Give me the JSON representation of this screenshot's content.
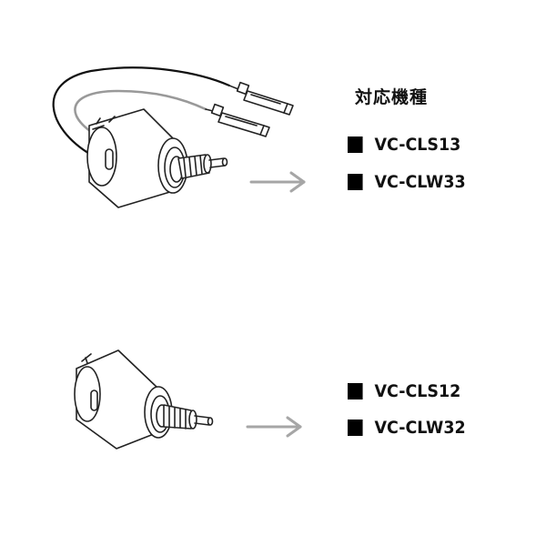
{
  "group1": {
    "heading": "対応機種",
    "models": [
      "VC-CLS13",
      "VC-CLW33"
    ]
  },
  "group2": {
    "models": [
      "VC-CLS12",
      "VC-CLW32"
    ]
  },
  "arrow_color": "#a6a6a6",
  "bullet_icon": "black-square-icon"
}
